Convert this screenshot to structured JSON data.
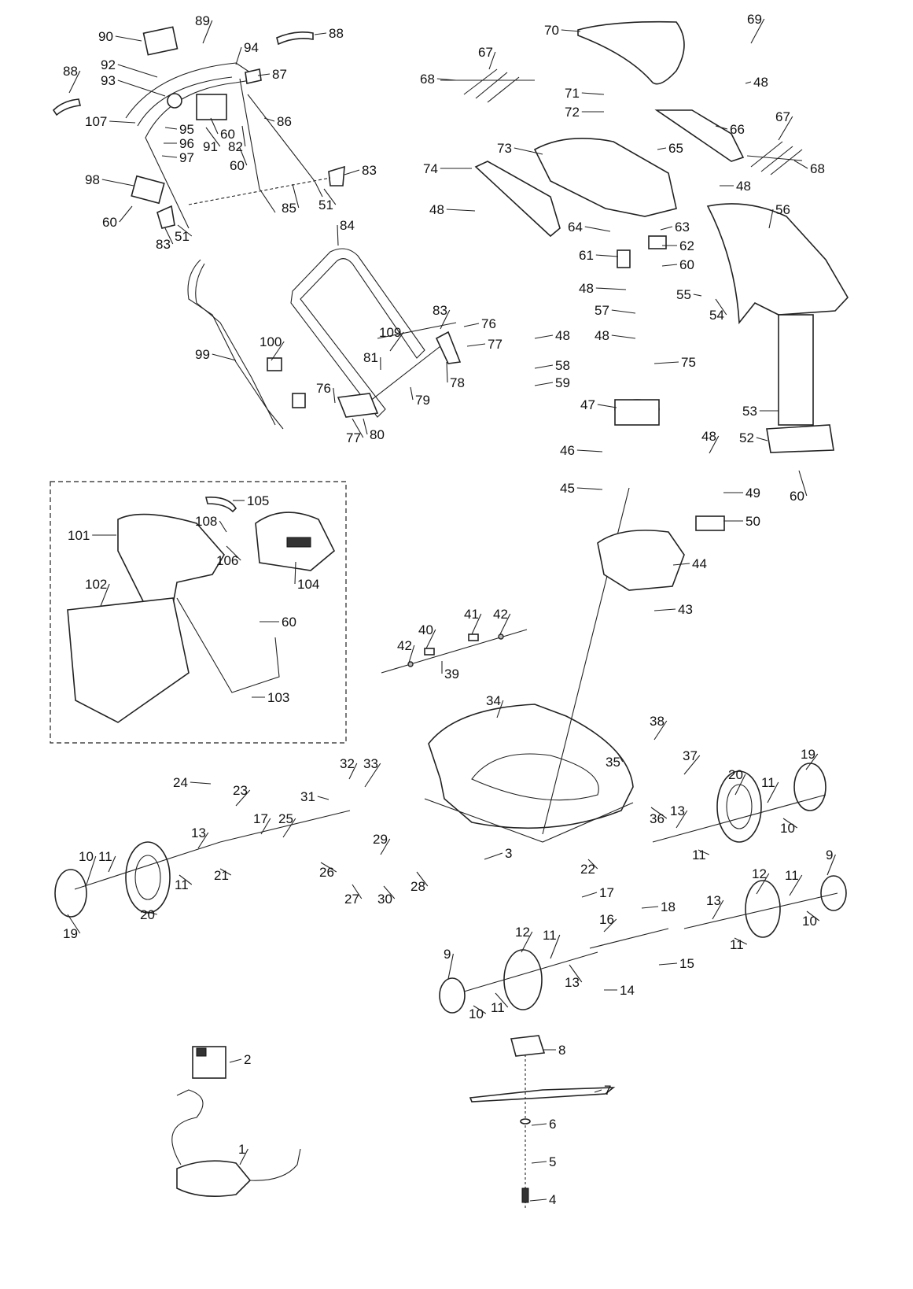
{
  "labels": {
    "p1": "1",
    "p2": "2",
    "p3": "3",
    "p4": "4",
    "p5": "5",
    "p6": "6",
    "p7": "7",
    "p8": "8",
    "p9": "9",
    "p10": "10",
    "p11": "11",
    "p12": "12",
    "p13": "13",
    "p14": "14",
    "p15": "15",
    "p16": "16",
    "p17": "17",
    "p18": "18",
    "p19": "19",
    "p20": "20",
    "p21": "21",
    "p22": "22",
    "p23": "23",
    "p24": "24",
    "p25": "25",
    "p26": "26",
    "p27": "27",
    "p28": "28",
    "p29": "29",
    "p30": "30",
    "p31": "31",
    "p32": "32",
    "p33": "33",
    "p34": "34",
    "p35": "35",
    "p36": "36",
    "p37": "37",
    "p38": "38",
    "p39": "39",
    "p40": "40",
    "p41": "41",
    "p42": "42",
    "p43": "43",
    "p44": "44",
    "p45": "45",
    "p46": "46",
    "p47": "47",
    "p48": "48",
    "p49": "49",
    "p50": "50",
    "p51": "51",
    "p52": "52",
    "p53": "53",
    "p54": "54",
    "p55": "55",
    "p56": "56",
    "p57": "57",
    "p58": "58",
    "p59": "59",
    "p60": "60",
    "p61": "61",
    "p62": "62",
    "p63": "63",
    "p64": "64",
    "p65": "65",
    "p66": "66",
    "p67": "67",
    "p68": "68",
    "p69": "69",
    "p70": "70",
    "p71": "71",
    "p72": "72",
    "p73": "73",
    "p74": "74",
    "p75": "75",
    "p76": "76",
    "p77": "77",
    "p78": "78",
    "p79": "79",
    "p80": "80",
    "p81": "81",
    "p82": "82",
    "p83": "83",
    "p84": "84",
    "p85": "85",
    "p86": "86",
    "p87": "87",
    "p88": "88",
    "p89": "89",
    "p90": "90",
    "p91": "91",
    "p92": "92",
    "p93": "93",
    "p94": "94",
    "p95": "95",
    "p96": "96",
    "p97": "97",
    "p98": "98",
    "p99": "99",
    "p100": "100",
    "p101": "101",
    "p102": "102",
    "p103": "103",
    "p104": "104",
    "p105": "105",
    "p106": "106",
    "p107": "107",
    "p108": "108",
    "p109": "109"
  }
}
